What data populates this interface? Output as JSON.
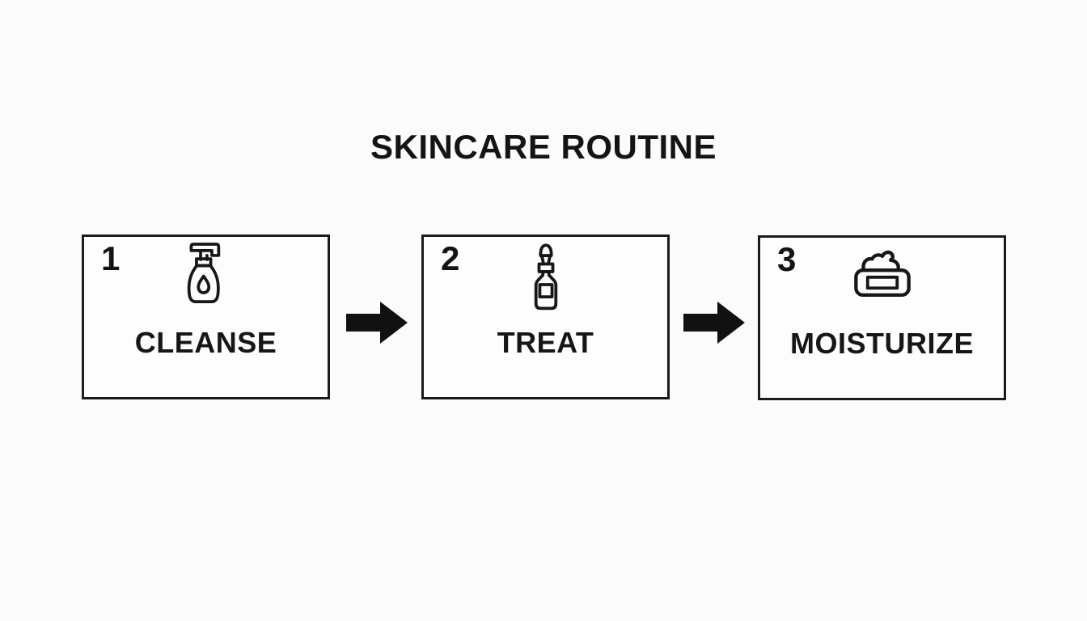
{
  "title": "SKINCARE ROUTINE",
  "colors": {
    "background": "#fbfbfb",
    "ink": "#171717",
    "box_border": "#1b1b1b",
    "arrow_fill": "#111111"
  },
  "steps": [
    {
      "number": "1",
      "label": "CLEANSE",
      "icon": "pump-bottle-icon"
    },
    {
      "number": "2",
      "label": "TREAT",
      "icon": "dropper-bottle-icon"
    },
    {
      "number": "3",
      "label": "MOISTURIZE",
      "icon": "cream-jar-icon"
    }
  ],
  "connectors": [
    {
      "icon": "arrow-right-icon"
    },
    {
      "icon": "arrow-right-icon"
    }
  ]
}
